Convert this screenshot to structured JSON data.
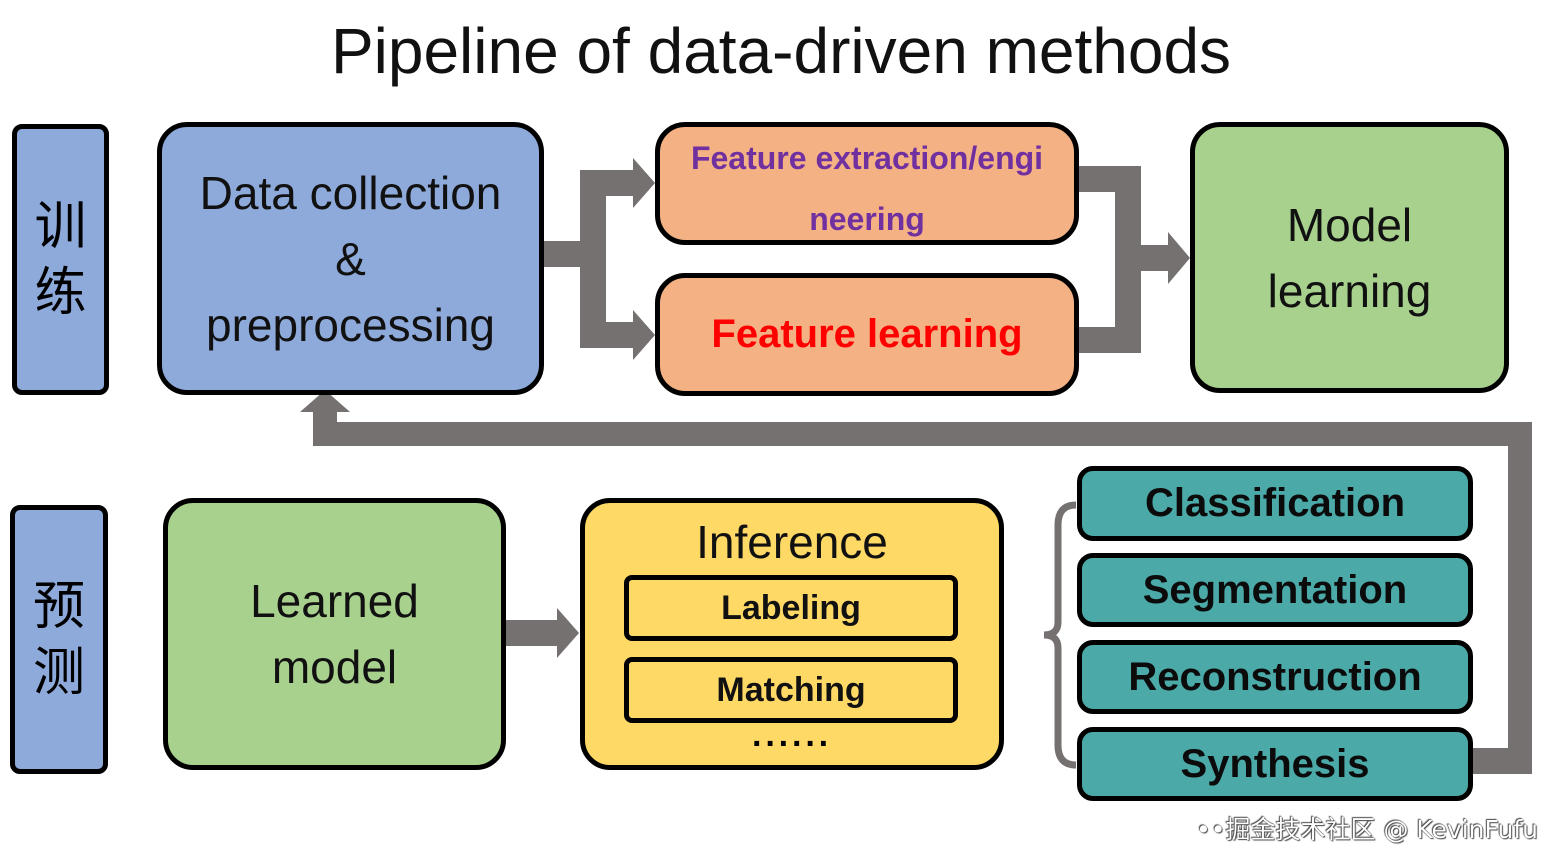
{
  "title": "Pipeline of data-driven methods",
  "training": {
    "label": "训练",
    "data_collection": "Data collection & preprocessing",
    "feature_extraction": "Feature extraction/engineering",
    "feature_learning": "Feature learning",
    "model_learning": "Model learning"
  },
  "testing": {
    "label": "预测",
    "learned_model": "Learned model",
    "inference": {
      "title": "Inference",
      "items": [
        "Labeling",
        "Matching"
      ],
      "more": "······"
    },
    "tasks": [
      "Classification",
      "Segmentation",
      "Reconstruction",
      "Synthesis"
    ]
  },
  "watermark": "••掘金技术社区 @ KevinFufu",
  "colors": {
    "side_blue": "#8eaadb",
    "data_blue": "#8eaadb",
    "feature_orange": "#f4b183",
    "feature_extraction_text": "#7030a0",
    "feature_learning_text": "#ff0000",
    "model_green": "#a9d18e",
    "inference_yellow": "#ffd966",
    "task_teal": "#4ba9a8",
    "arrow_gray": "#767171"
  }
}
